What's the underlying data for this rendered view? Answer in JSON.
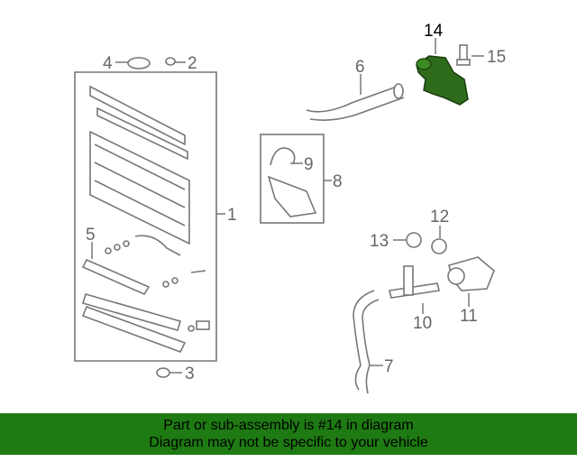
{
  "diagram": {
    "highlight_color": "#2e6b1a",
    "callouts": [
      "1",
      "2",
      "3",
      "4",
      "5",
      "6",
      "7",
      "8",
      "9",
      "10",
      "11",
      "12",
      "13",
      "14",
      "15"
    ],
    "highlighted_part": "14"
  },
  "banner": {
    "line1": "Part or sub-assembly is #14 in diagram",
    "line2": "Diagram may not be specific to your vehicle",
    "color": "#1e7a12"
  }
}
